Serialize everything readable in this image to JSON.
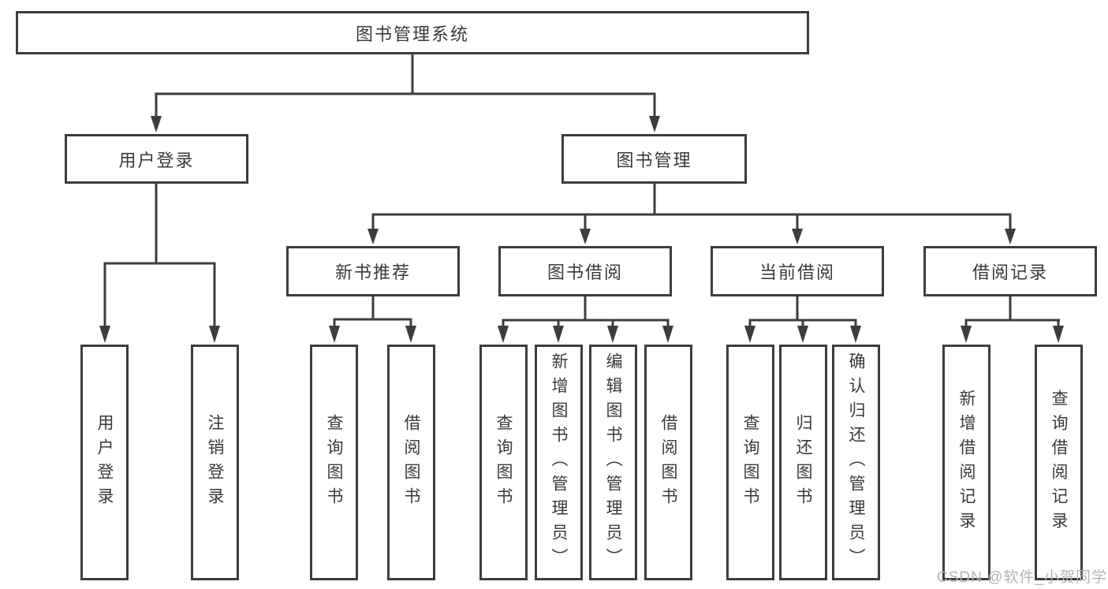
{
  "diagram": {
    "nodes": {
      "root": "图书管理系统",
      "user_login": "用户登录",
      "book_mgmt": "图书管理",
      "new_book_rec": "新书推荐",
      "book_borrow": "图书借阅",
      "current_borrow": "当前借阅",
      "borrow_records": "借阅记录",
      "ul_user_login": "用户登录",
      "ul_logout": "注销登录",
      "nb_query_book": "查询图书",
      "nb_borrow_book": "借阅图书",
      "bb_query_book": "查询图书",
      "bb_add_book": "新增图书（管理员）",
      "bb_edit_book": "编辑图书（管理员）",
      "bb_borrow_book": "借阅图书",
      "cb_query_book": "查询图书",
      "cb_return_book": "归还图书",
      "cb_confirm_return": "确认归还（管理员）",
      "br_add_record": "新增借阅记录",
      "br_query_record": "查询借阅记录"
    }
  },
  "watermark": {
    "text": "CSDN @软件_小贺同学"
  },
  "colors": {
    "line": "#3d3d3d",
    "text": "#3a3a3a",
    "watermark": "#b4b4b4",
    "background": "#ffffff"
  }
}
